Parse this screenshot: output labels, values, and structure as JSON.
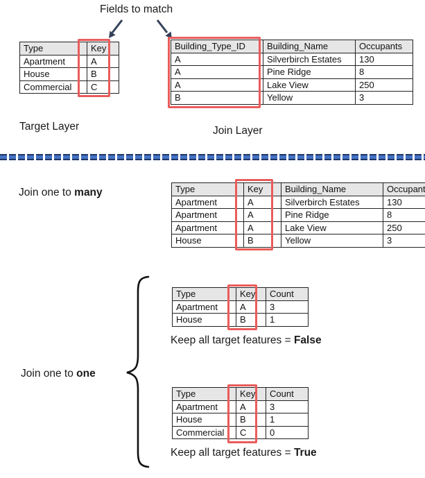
{
  "title": "Fields to match",
  "colors": {
    "red_highlight": "#E95C5B",
    "arrow": "#35415A",
    "divider_blue": "#4472C4",
    "divider_dark": "#1F3864",
    "table_header_bg": "#E7E6E6"
  },
  "icons": {
    "left_arrow": "down-left-arrow-icon",
    "right_arrow": "down-right-arrow-icon",
    "brace": "curly-brace-icon",
    "divider": "dashed-section-divider"
  },
  "target_table": {
    "label": "Target Layer",
    "headers": [
      "Type",
      "Key"
    ],
    "rows": [
      [
        "Apartment",
        "A"
      ],
      [
        "House",
        "B"
      ],
      [
        "Commercial",
        "C"
      ]
    ]
  },
  "join_table": {
    "label": "Join Layer",
    "headers": [
      "Building_Type_ID",
      "Building_Name",
      "Occupants"
    ],
    "rows": [
      [
        "A",
        "Silverbirch Estates",
        "130"
      ],
      [
        "A",
        "Pine Ridge",
        "8"
      ],
      [
        "A",
        "Lake View",
        "250"
      ],
      [
        "B",
        "Yellow",
        "3"
      ]
    ]
  },
  "one_to_many": {
    "label_prefix": "Join one to ",
    "label_bold": "many",
    "table": {
      "headers": [
        "Type",
        "Key",
        "Building_Name",
        "Occupants"
      ],
      "rows": [
        [
          "Apartment",
          "A",
          "Silverbirch Estates",
          "130"
        ],
        [
          "Apartment",
          "A",
          "Pine Ridge",
          "8"
        ],
        [
          "Apartment",
          "A",
          "Lake View",
          "250"
        ],
        [
          "House",
          "B",
          "Yellow",
          "3"
        ]
      ]
    }
  },
  "one_to_one": {
    "label_prefix": "Join one to ",
    "label_bold": "one",
    "false_table": {
      "headers": [
        "Type",
        "Key",
        "Count"
      ],
      "rows": [
        [
          "Apartment",
          "A",
          "3"
        ],
        [
          "House",
          "B",
          "1"
        ]
      ],
      "caption_prefix": "Keep all target features = ",
      "caption_bold": "False"
    },
    "true_table": {
      "headers": [
        "Type",
        "Key",
        "Count"
      ],
      "rows": [
        [
          "Apartment",
          "A",
          "3"
        ],
        [
          "House",
          "B",
          "1"
        ],
        [
          "Commercial",
          "C",
          "0"
        ]
      ],
      "caption_prefix": "Keep all target features = ",
      "caption_bold": "True"
    }
  }
}
